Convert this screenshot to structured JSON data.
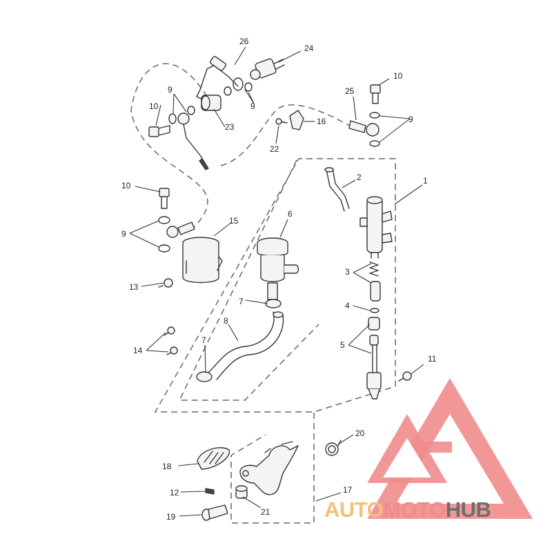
{
  "callouts": {
    "c1": "1",
    "c2": "2",
    "c3": "3",
    "c4": "4",
    "c5": "5",
    "c6": "6",
    "c7a": "7",
    "c7b": "7",
    "c8": "8",
    "c9a": "9",
    "c9b": "9",
    "c9c": "9",
    "c9d": "9",
    "c10a": "10",
    "c10b": "10",
    "c10c": "10",
    "c11": "11",
    "c12": "12",
    "c13": "13",
    "c14": "14",
    "c15": "15",
    "c16": "16",
    "c17": "17",
    "c18": "18",
    "c19": "19",
    "c20": "20",
    "c21": "21",
    "c22": "22",
    "c23": "23",
    "c24": "24",
    "c25": "25",
    "c26": "26"
  },
  "watermark": {
    "part1": "AUTO",
    "part2": "MOTO",
    "part3": "HUB"
  },
  "colors": {
    "brand_light": "#f2c079",
    "brand_red": "#f08c8c",
    "brand_gray": "#6e6e6e"
  }
}
